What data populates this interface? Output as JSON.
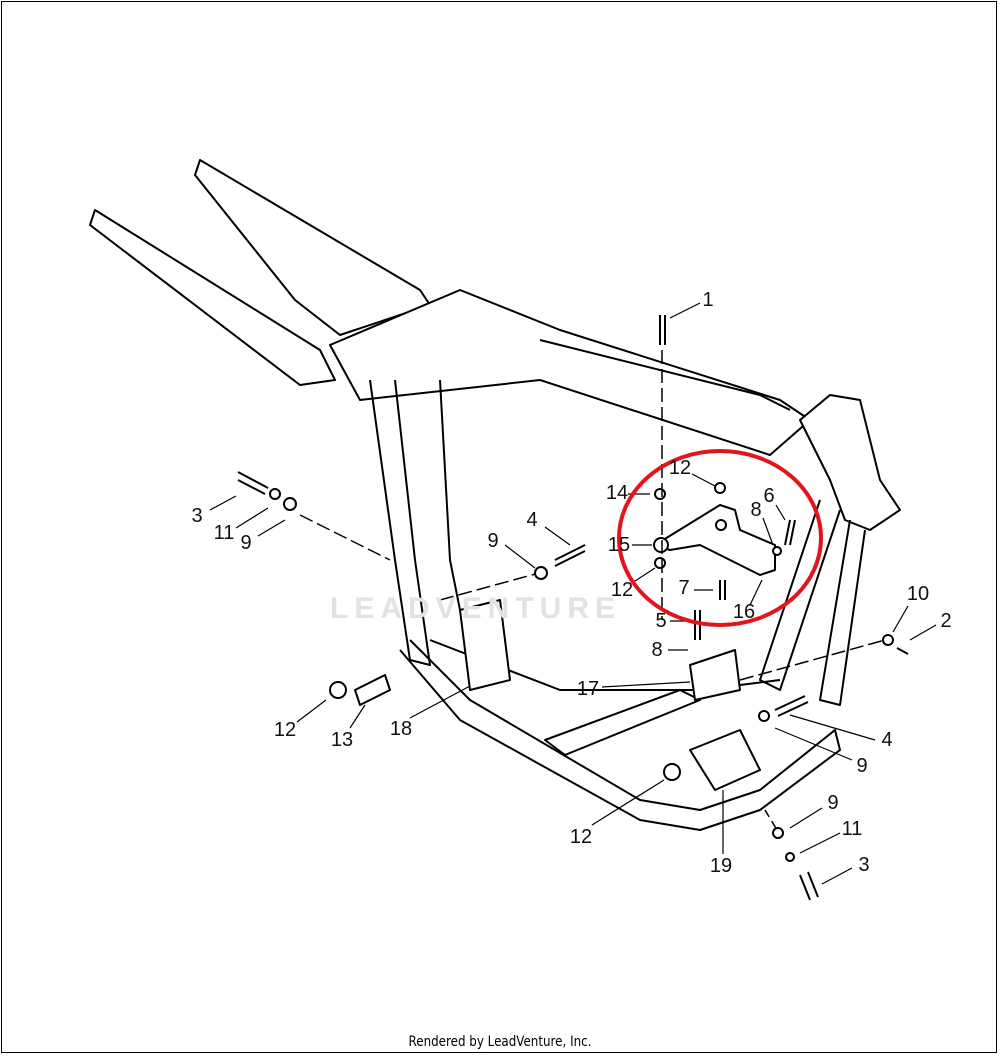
{
  "diagram": {
    "callouts": [
      "1",
      "3",
      "11",
      "9",
      "4",
      "9",
      "12",
      "14",
      "6",
      "8",
      "15",
      "12",
      "7",
      "16",
      "5",
      "8",
      "10",
      "2",
      "17",
      "12",
      "13",
      "18",
      "4",
      "9",
      "12",
      "19",
      "9",
      "11",
      "3"
    ],
    "watermark": "LEADVENTURE",
    "highlight_color": "#e3141b"
  },
  "footer": {
    "text": "Rendered by LeadVenture, Inc."
  }
}
